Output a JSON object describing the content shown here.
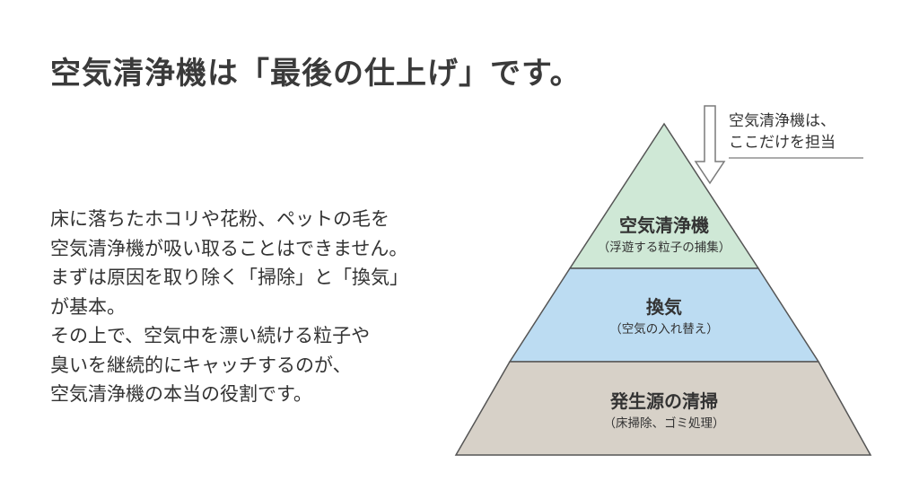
{
  "title": "空気清浄機は「最後の仕上げ」です。",
  "body": {
    "lines": [
      "床に落ちたホコリや花粉、ペットの毛を",
      "空気清浄機が吸い取ることはできません。",
      "まずは原因を取り除く「掃除」と「換気」",
      "が基本。",
      "その上で、空気中を漂い続ける粒子や",
      "臭いを継続的にキャッチするのが、",
      "空気清浄機の本当の役割です。"
    ]
  },
  "pyramid": {
    "layers": [
      {
        "title": "空気清浄機",
        "subtitle": "（浮遊する粒子の捕集）",
        "color": "#cfe8d6"
      },
      {
        "title": "換気",
        "subtitle": "（空気の入れ替え）",
        "color": "#bcdcf2"
      },
      {
        "title": "発生源の清掃",
        "subtitle": "（床掃除、ゴミ処理）",
        "color": "#d7d1c8"
      }
    ],
    "callout": {
      "line1": "空気清浄機は、",
      "line2": "ここだけを担当"
    }
  }
}
